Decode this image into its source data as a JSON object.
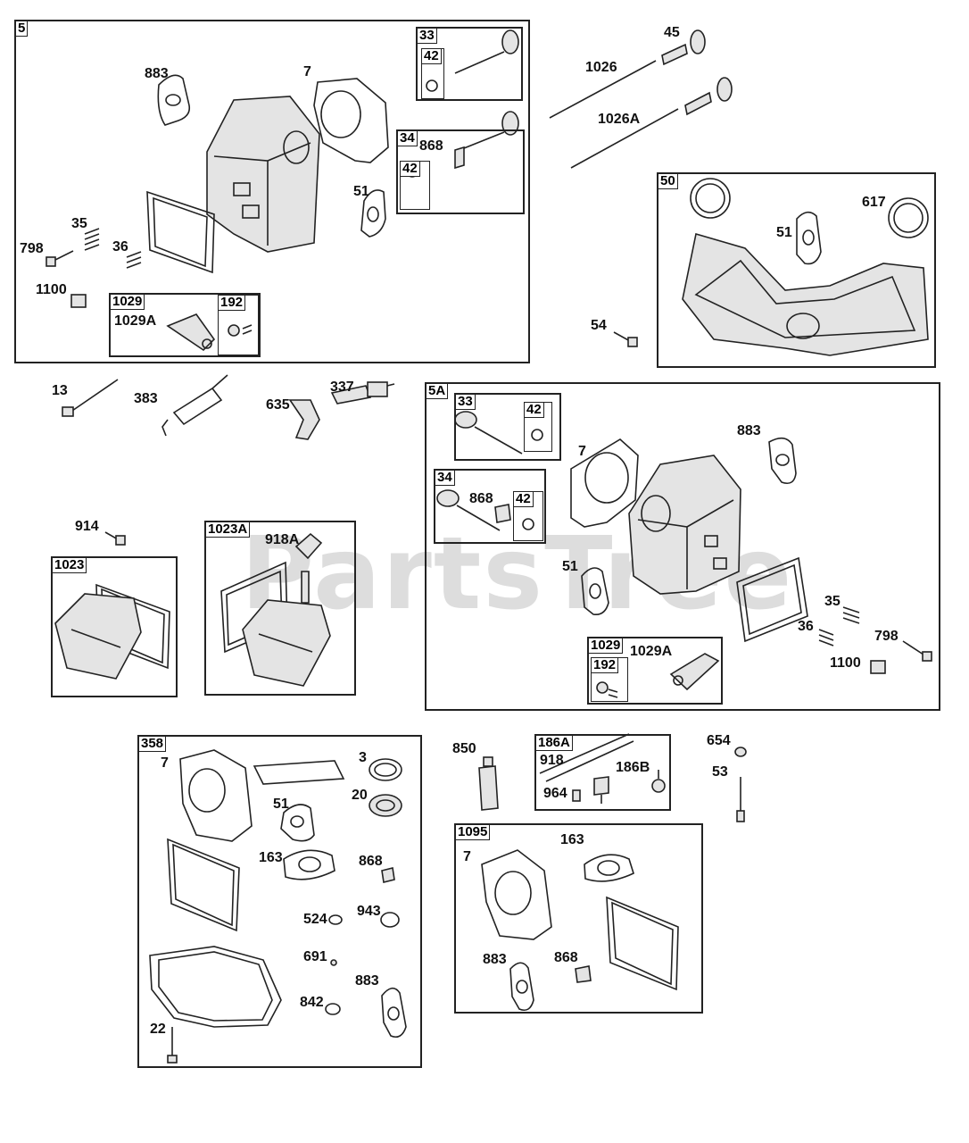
{
  "watermark": "PartsTree",
  "group_tags": {
    "g5": "5",
    "g33a": "33",
    "g34a": "34",
    "g42a": "42",
    "g42b": "42",
    "g1029a": "1029",
    "g192a": "192",
    "g50": "50",
    "g5A": "5A",
    "g33b": "33",
    "g42c": "42",
    "g34b": "34",
    "g42d": "42",
    "g1029b": "1029",
    "g192b": "192",
    "g1023": "1023",
    "g1023A": "1023A",
    "g358": "358",
    "g186A": "186A",
    "g1095": "1095"
  },
  "callouts": {
    "c883a": "883",
    "c7a": "7",
    "c868a": "868",
    "c51a": "51",
    "c35a": "35",
    "c798a": "798",
    "c36a": "36",
    "c1100a": "1100",
    "c1029Aa": "1029A",
    "c45": "45",
    "c1026": "1026",
    "c1026A": "1026A",
    "c617": "617",
    "c51b": "51",
    "c54": "54",
    "c13": "13",
    "c383": "383",
    "c337": "337",
    "c635": "635",
    "c883b": "883",
    "c7b": "7",
    "c868b": "868",
    "c51c": "51",
    "c35b": "35",
    "c36b": "36",
    "c798b": "798",
    "c1100b": "1100",
    "c1029Ab": "1029A",
    "c914": "914",
    "c918A": "918A",
    "c7c": "7",
    "c3": "3",
    "c20": "20",
    "c51d": "51",
    "c163a": "163",
    "c868c": "868",
    "c524": "524",
    "c943": "943",
    "c691": "691",
    "c883c": "883",
    "c842": "842",
    "c22": "22",
    "c850": "850",
    "c918": "918",
    "c186B": "186B",
    "c964": "964",
    "c654": "654",
    "c53": "53",
    "c7d": "7",
    "c163b": "163",
    "c883d": "883",
    "c868d": "868"
  }
}
